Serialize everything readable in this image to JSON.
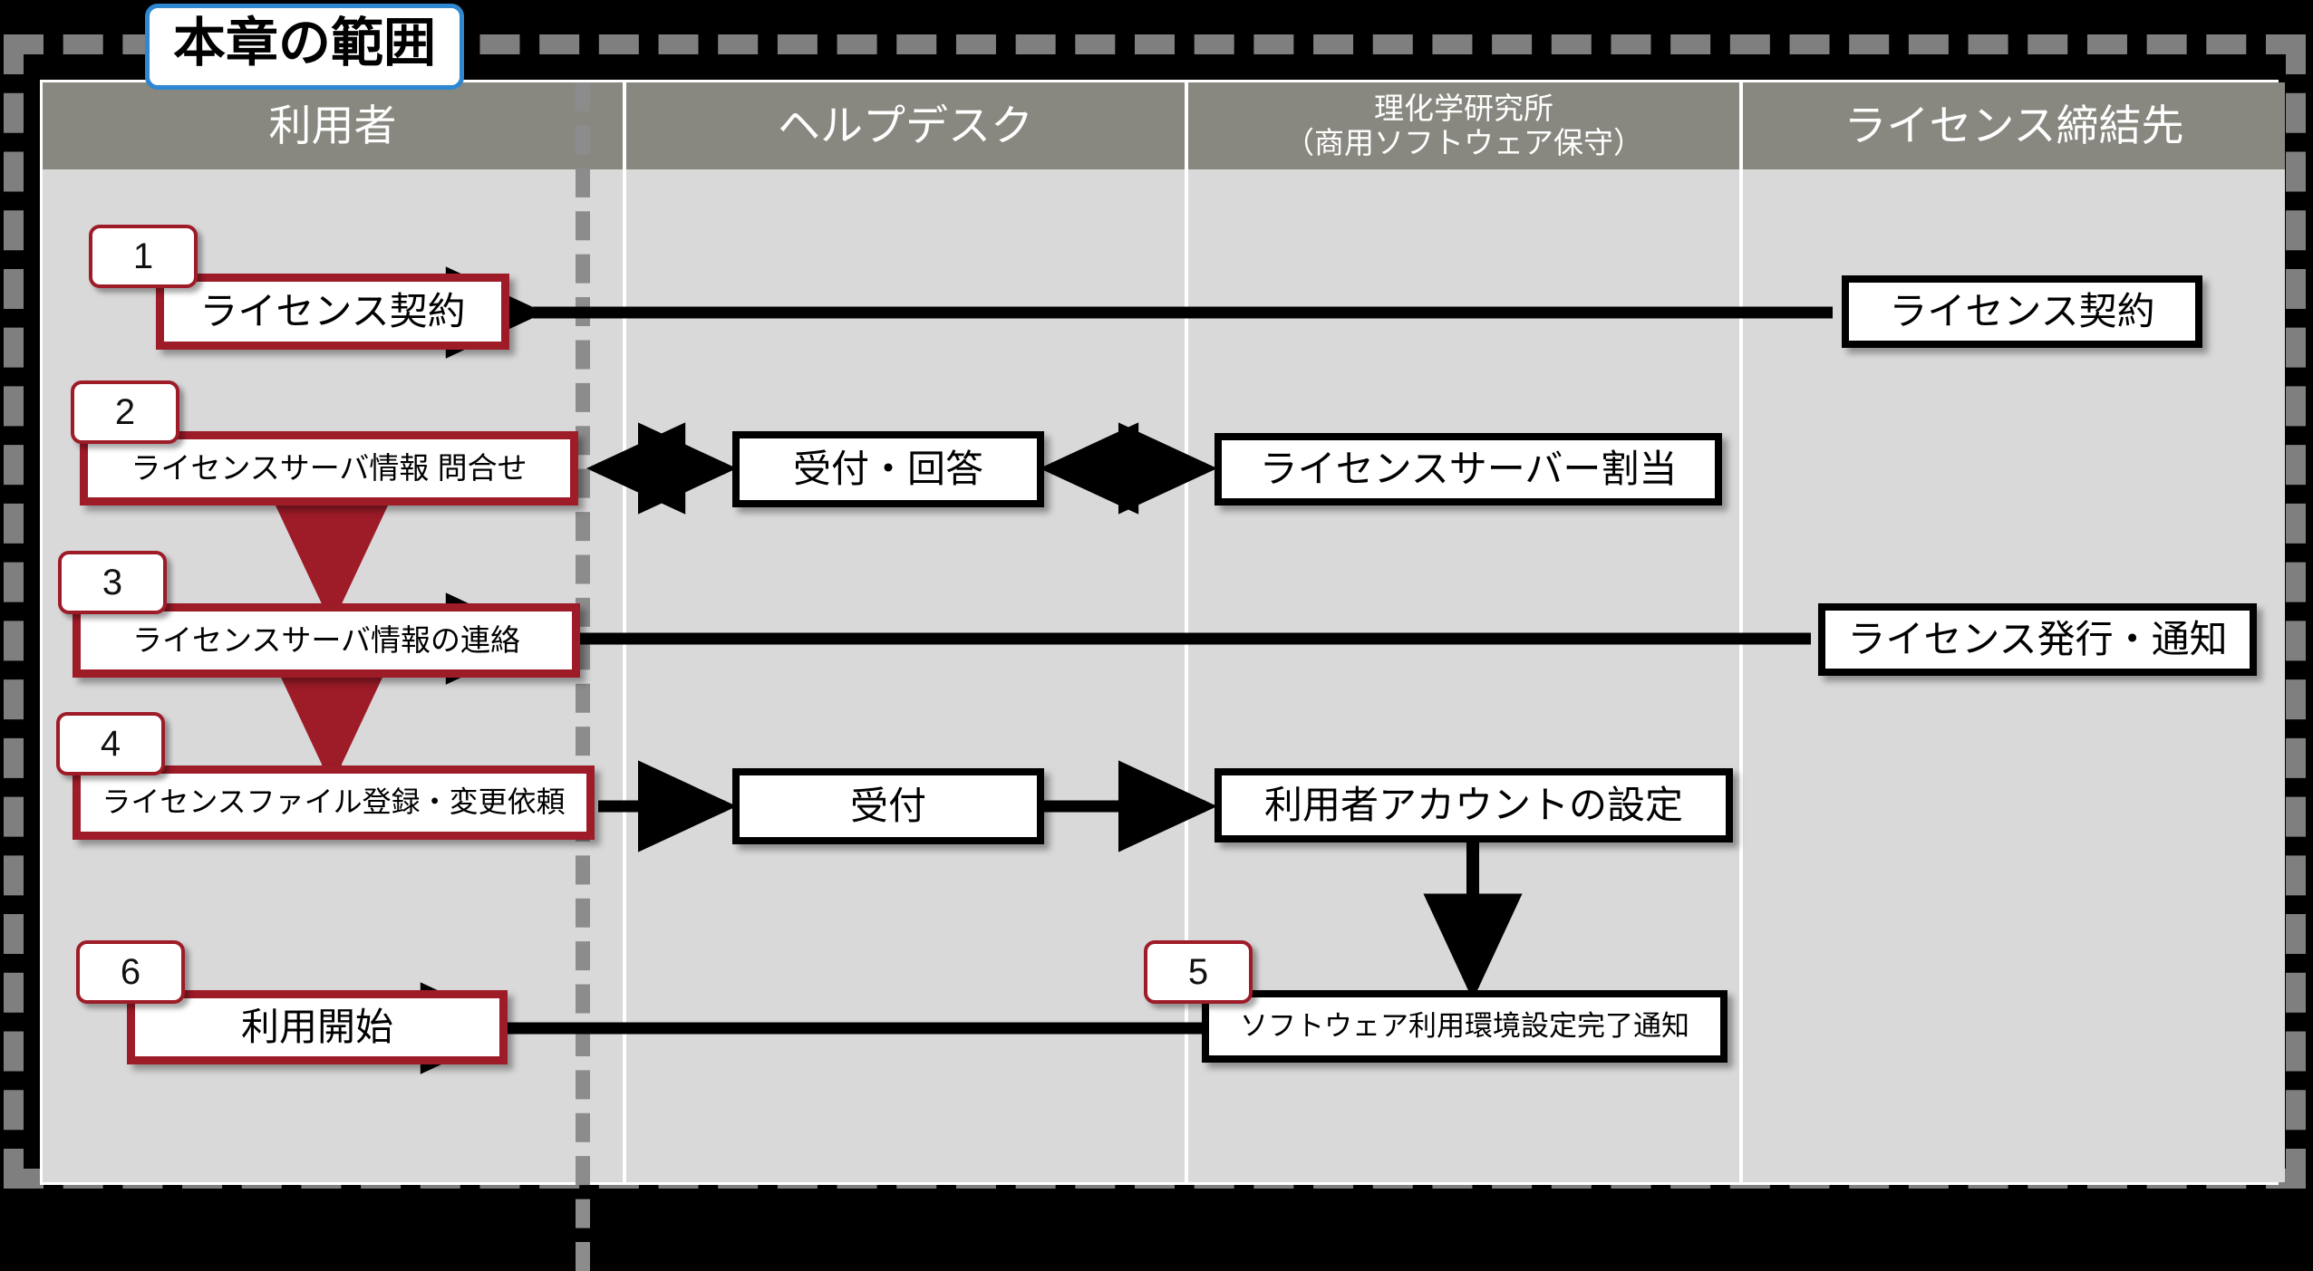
{
  "scope_label": "本章の範囲",
  "colors": {
    "header_bg": "#898880",
    "lane_bg": "#d9d9d9",
    "accent_red": "#9e1b28",
    "badge_border_blue": "#2e87d0",
    "black": "#000000",
    "dash_gray": "#7f7f7f"
  },
  "lanes": [
    {
      "id": "user",
      "title": "利用者"
    },
    {
      "id": "helpdesk",
      "title": "ヘルプデスク"
    },
    {
      "id": "riken",
      "title_line1": "理化学研究所",
      "title_line2": "（商用ソフトウェア保守）"
    },
    {
      "id": "licensor",
      "title": "ライセンス締結先"
    }
  ],
  "steps": [
    {
      "number": "1"
    },
    {
      "number": "2"
    },
    {
      "number": "3"
    },
    {
      "number": "4"
    },
    {
      "number": "5"
    },
    {
      "number": "6"
    }
  ],
  "nodes": {
    "n1_user": {
      "label": "ライセンス契約",
      "lane": "user",
      "style": "red"
    },
    "n1_licensor": {
      "label": "ライセンス契約",
      "lane": "licensor",
      "style": "black"
    },
    "n2_user": {
      "label": "ライセンスサーバ情報 問合せ",
      "lane": "user",
      "style": "red"
    },
    "n2_helpdesk": {
      "label": "受付・回答",
      "lane": "helpdesk",
      "style": "black"
    },
    "n2_riken": {
      "label": "ライセンスサーバー割当",
      "lane": "riken",
      "style": "black"
    },
    "n3_user": {
      "label": "ライセンスサーバ情報の連絡",
      "lane": "user",
      "style": "red"
    },
    "n3_licensor": {
      "label": "ライセンス発行・通知",
      "lane": "licensor",
      "style": "black"
    },
    "n4_user": {
      "label": "ライセンスファイル登録・変更依頼",
      "lane": "user",
      "style": "red"
    },
    "n4_helpdesk": {
      "label": "受付",
      "lane": "helpdesk",
      "style": "black"
    },
    "n4_riken": {
      "label": "利用者アカウントの設定",
      "lane": "riken",
      "style": "black"
    },
    "n5_riken": {
      "label": "ソフトウェア利用環境設定完了通知",
      "lane": "riken",
      "style": "black"
    },
    "n6_user": {
      "label": "利用開始",
      "lane": "user",
      "style": "red"
    }
  },
  "chart_data": {
    "type": "diagram",
    "title": "本章の範囲",
    "diagram_kind": "swimlane-flowchart",
    "lane_order": [
      "利用者",
      "ヘルプデスク",
      "理化学研究所（商用ソフトウェア保守）",
      "ライセンス締結先"
    ],
    "flows": [
      {
        "step": "1",
        "from": "ライセンス契約 (ライセンス締結先)",
        "to": "ライセンス契約 (利用者)",
        "direction": "left",
        "color": "black"
      },
      {
        "step": "2",
        "from": "ライセンスサーバ情報 問合せ (利用者)",
        "to": "受付・回答 (ヘルプデスク)",
        "direction": "both",
        "color": "black"
      },
      {
        "step": "2",
        "from": "受付・回答 (ヘルプデスク)",
        "to": "ライセンスサーバー割当 (理化学研究所)",
        "direction": "both",
        "color": "black"
      },
      {
        "step": "2-3",
        "from": "ライセンスサーバ情報 問合せ (利用者)",
        "to": "ライセンスサーバ情報の連絡 (利用者)",
        "direction": "down",
        "color": "red"
      },
      {
        "step": "3",
        "from": "ライセンス発行・通知 (ライセンス締結先)",
        "to": "ライセンスサーバ情報の連絡 (利用者)",
        "direction": "left",
        "color": "black"
      },
      {
        "step": "3-4",
        "from": "ライセンスサーバ情報の連絡 (利用者)",
        "to": "ライセンスファイル登録・変更依頼 (利用者)",
        "direction": "down",
        "color": "red"
      },
      {
        "step": "4",
        "from": "ライセンスファイル登録・変更依頼 (利用者)",
        "to": "受付 (ヘルプデスク)",
        "direction": "right",
        "color": "black"
      },
      {
        "step": "4",
        "from": "受付 (ヘルプデスク)",
        "to": "利用者アカウントの設定 (理化学研究所)",
        "direction": "right",
        "color": "black"
      },
      {
        "step": "5",
        "from": "利用者アカウントの設定 (理化学研究所)",
        "to": "ソフトウェア利用環境設定完了通知 (理化学研究所)",
        "direction": "down",
        "color": "black"
      },
      {
        "step": "6",
        "from": "ソフトウェア利用環境設定完了通知 (理化学研究所)",
        "to": "利用開始 (利用者)",
        "direction": "left",
        "color": "black"
      }
    ]
  }
}
